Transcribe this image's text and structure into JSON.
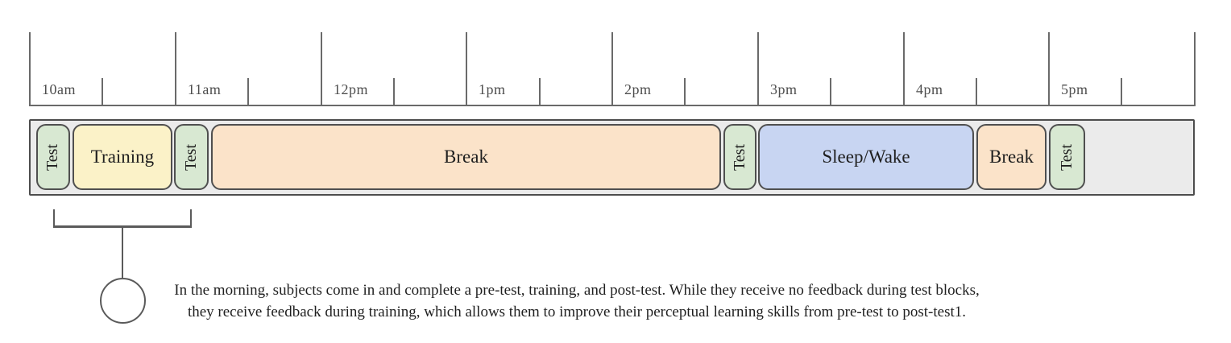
{
  "palette": {
    "test_green": "#d8e8d2",
    "training_yellow": "#fbf2c8",
    "break_peach": "#fbe3c9",
    "sleep_wake_blue": "#c8d5f2",
    "bar_background": "#ebebeb",
    "outline_gray": "#4f4f4f",
    "axis_gray": "#6a6a6a",
    "text_dark": "#1f1f1f"
  },
  "timeline": {
    "hours": [
      "10am",
      "11am",
      "12pm",
      "1pm",
      "2pm",
      "3pm",
      "4pm",
      "5pm"
    ]
  },
  "bar": {
    "blocks": [
      {
        "label": "Test",
        "type": "test"
      },
      {
        "label": "Training",
        "type": "training"
      },
      {
        "label": "Test",
        "type": "test"
      },
      {
        "label": "Break",
        "type": "break"
      },
      {
        "label": "Test",
        "type": "test"
      },
      {
        "label": "Sleep/Wake",
        "type": "sleep-wake"
      },
      {
        "label": "Break",
        "type": "break"
      },
      {
        "label": "Test",
        "type": "test"
      }
    ]
  },
  "annotation": {
    "line1": "In the morning, subjects come in and complete a pre-test, training, and post-test. While they receive no feedback during test blocks,",
    "line2": "they receive feedback during training, which allows them to improve their perceptual learning skills from pre-test to post-test1."
  }
}
